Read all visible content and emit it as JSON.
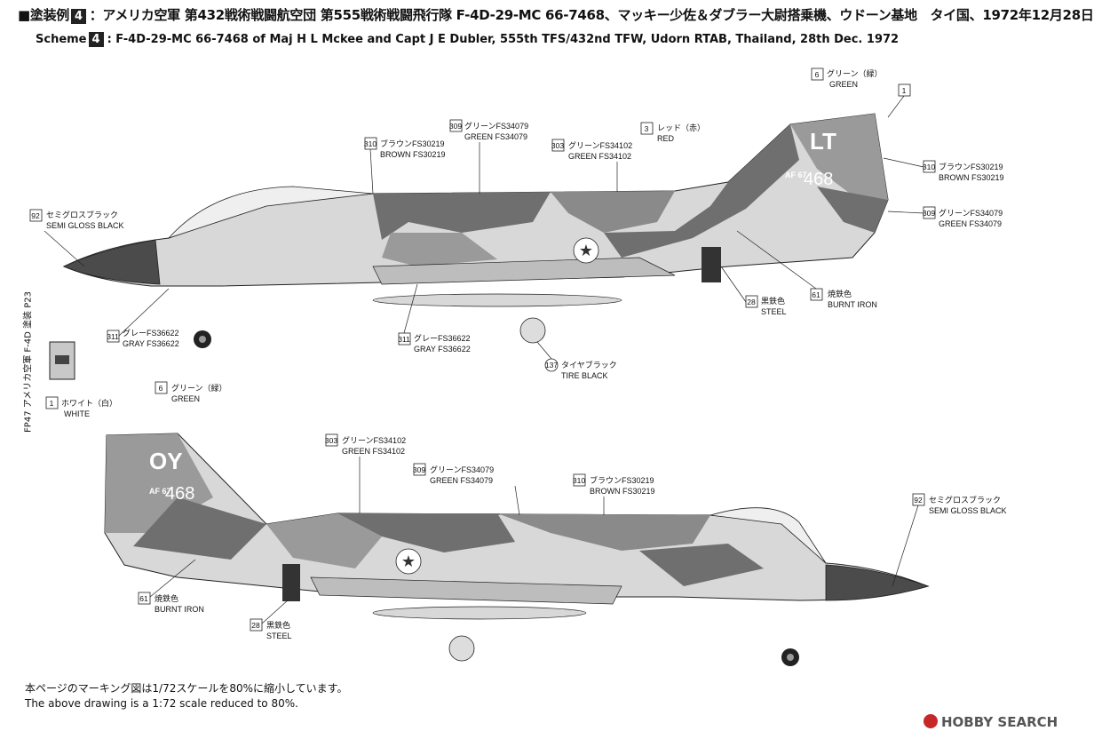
{
  "header": {
    "jp_prefix": "■塗装例",
    "scheme_no": "4",
    "jp_title": "：アメリカ空軍 第432戦術戦闘航空団 第555戦術戦闘飛行隊 F-4D-29-MC 66-7468、マッキー少佐＆ダブラー大尉搭乗機、ウドーン基地　タイ国、1972年12月28日",
    "en_prefix": "Scheme",
    "en_title": "F-4D-29-MC 66-7468 of Maj H L Mckee and Capt J E Dubler, 555th TFS/432nd TFW, Udorn RTAB, Thailand, 28th Dec. 1972"
  },
  "side_label": "FP47 アメリカ空軍 F-4D 塗装 P23",
  "footer": {
    "jp": "本ページのマーキング図は1/72スケールを80%に縮小しています。",
    "en": "The above drawing is a 1:72 scale reduced to 80%."
  },
  "watermark": "HOBBY SEARCH",
  "top_view": {
    "tail_code": "LT",
    "serial": "468",
    "fin_tag": "AF 67",
    "labels": [
      {
        "id": "green",
        "num": "6",
        "jp": "グリーン（緑）",
        "en": "GREEN"
      },
      {
        "id": "white",
        "num": "1",
        "jp": "",
        "en": ""
      },
      {
        "id": "red",
        "num": "3",
        "jp": "レッド（赤）",
        "en": "RED"
      },
      {
        "id": "brown_tail",
        "num": "310",
        "jp": "ブラウンFS30219",
        "en": "BROWN FS30219"
      },
      {
        "id": "green_tail",
        "num": "309",
        "jp": "グリーンFS34079",
        "en": "GREEN FS34079"
      },
      {
        "id": "green_mid",
        "num": "309",
        "jp": "グリーンFS34079",
        "en": "GREEN FS34079"
      },
      {
        "id": "brown_mid",
        "num": "310",
        "jp": "ブラウンFS30219",
        "en": "BROWN FS30219"
      },
      {
        "id": "green2",
        "num": "303",
        "jp": "グリーンFS34102",
        "en": "GREEN FS34102"
      },
      {
        "id": "semigloss",
        "num": "92",
        "jp": "セミグロスブラック",
        "en": "SEMI GLOSS BLACK"
      },
      {
        "id": "gray_nose",
        "num": "311",
        "jp": "グレーFS36622",
        "en": "GRAY FS36622"
      },
      {
        "id": "gray_belly",
        "num": "311",
        "jp": "グレーFS36622",
        "en": "GRAY FS36622"
      },
      {
        "id": "steel",
        "num": "28",
        "jp": "黒鉄色",
        "en": "STEEL"
      },
      {
        "id": "burnt",
        "num": "61",
        "jp": "焼鉄色",
        "en": "BURNT IRON"
      },
      {
        "id": "tire",
        "num": "137",
        "jp": "タイヤブラック",
        "en": "TIRE BLACK"
      }
    ]
  },
  "bottom_view": {
    "tail_code": "OY",
    "serial": "468",
    "fin_tag": "AF 67",
    "labels": [
      {
        "id": "green",
        "num": "6",
        "jp": "グリーン（緑）",
        "en": "GREEN"
      },
      {
        "id": "white",
        "num": "1",
        "jp": "ホワイト（白）",
        "en": "WHITE"
      },
      {
        "id": "green2",
        "num": "303",
        "jp": "グリーンFS34102",
        "en": "GREEN FS34102"
      },
      {
        "id": "green_mid",
        "num": "309",
        "jp": "グリーンFS34079",
        "en": "GREEN FS34079"
      },
      {
        "id": "brown_mid",
        "num": "310",
        "jp": "ブラウンFS30219",
        "en": "BROWN FS30219"
      },
      {
        "id": "semigloss",
        "num": "92",
        "jp": "セミグロスブラック",
        "en": "SEMI GLOSS BLACK"
      },
      {
        "id": "burnt",
        "num": "61",
        "jp": "焼鉄色",
        "en": "BURNT IRON"
      },
      {
        "id": "steel",
        "num": "28",
        "jp": "黒鉄色",
        "en": "STEEL"
      }
    ]
  },
  "colors": {
    "gray": "#d8d8d8",
    "light_gray": "#e9e9e9",
    "camo_mid": "#9a9a9a",
    "camo_dark": "#6f6f6f",
    "nose": "#4b4b4b",
    "metal": "#bdbdbd"
  }
}
